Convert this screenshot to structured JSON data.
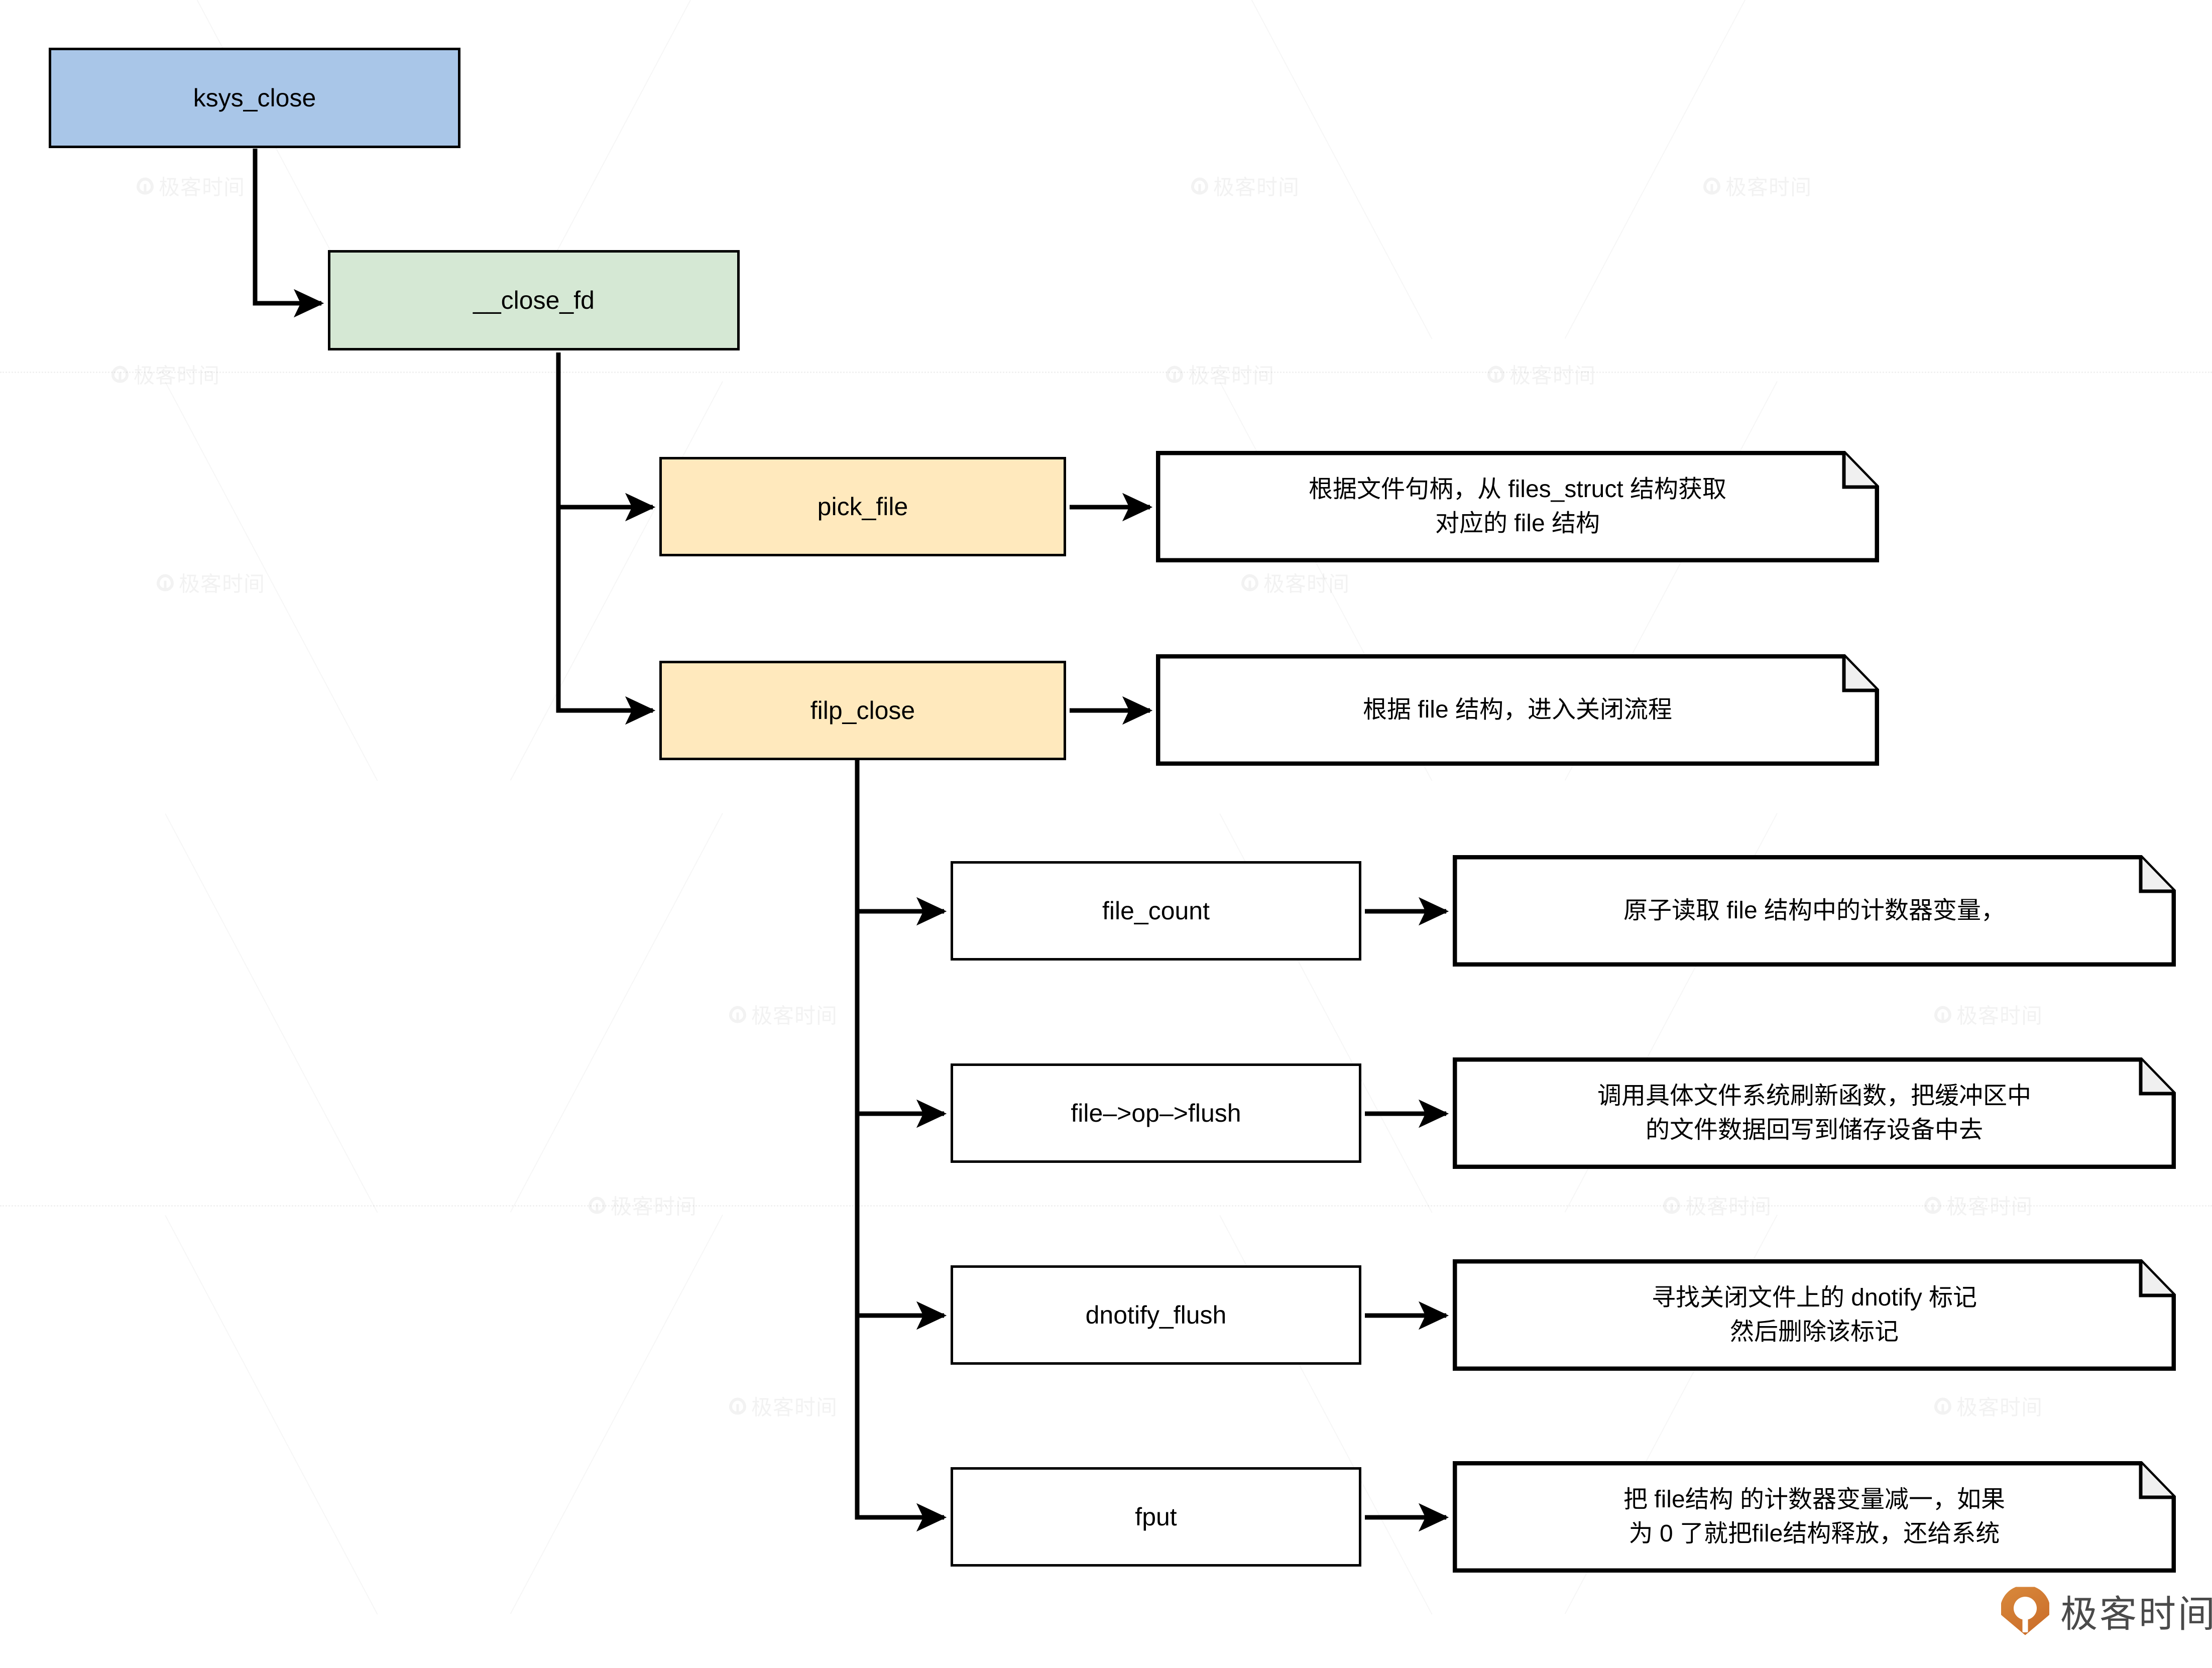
{
  "diagram": {
    "title": "ksys_close call flow",
    "colors": {
      "blue_fill": "#a9c6e8",
      "green_fill": "#d5e8d4",
      "yellow_fill": "#ffe9bd",
      "plain_fill": "#ffffff",
      "stroke": "#000000",
      "brand_orange": "#d4792f",
      "brand_gray": "#4a4a4a"
    },
    "nodes": [
      {
        "id": "ksys_close",
        "label": "ksys_close",
        "style": "blue"
      },
      {
        "id": "close_fd",
        "label": "__close_fd",
        "style": "green"
      },
      {
        "id": "pick_file",
        "label": "pick_file",
        "style": "yellow"
      },
      {
        "id": "filp_close",
        "label": "filp_close",
        "style": "yellow"
      },
      {
        "id": "file_count",
        "label": "file_count",
        "style": "plain"
      },
      {
        "id": "op_flush",
        "label": "file–>op–>flush",
        "style": "plain"
      },
      {
        "id": "dnotify_flush",
        "label": "dnotify_flush",
        "style": "plain"
      },
      {
        "id": "fput",
        "label": "fput",
        "style": "plain"
      }
    ],
    "notes": [
      {
        "id": "note_pick_file",
        "for": "pick_file",
        "lines": [
          "根据文件句柄，从 files_struct 结构获取",
          "对应的 file 结构"
        ]
      },
      {
        "id": "note_filp_close",
        "for": "filp_close",
        "lines": [
          "根据 file 结构，进入关闭流程"
        ]
      },
      {
        "id": "note_file_count",
        "for": "file_count",
        "lines": [
          "原子读取 file 结构中的计数器变量，"
        ]
      },
      {
        "id": "note_op_flush",
        "for": "op_flush",
        "lines": [
          "调用具体文件系统刷新函数，把缓冲区中",
          "的文件数据回写到储存设备中去"
        ]
      },
      {
        "id": "note_dnotify_flush",
        "for": "dnotify_flush",
        "lines": [
          "寻找关闭文件上的 dnotify 标记",
          "然后删除该标记"
        ]
      },
      {
        "id": "note_fput",
        "for": "fput",
        "lines": [
          "把 file结构 的计数器变量减一，如果",
          "为 0 了就把file结构释放，还给系统"
        ]
      }
    ],
    "edges": [
      {
        "from": "ksys_close",
        "to": "close_fd",
        "kind": "elbow"
      },
      {
        "from": "close_fd",
        "to": "pick_file",
        "kind": "elbow"
      },
      {
        "from": "close_fd",
        "to": "filp_close",
        "kind": "elbow"
      },
      {
        "from": "pick_file",
        "to": "note_pick_file",
        "kind": "straight"
      },
      {
        "from": "filp_close",
        "to": "note_filp_close",
        "kind": "straight"
      },
      {
        "from": "filp_close",
        "to": "file_count",
        "kind": "elbow"
      },
      {
        "from": "filp_close",
        "to": "op_flush",
        "kind": "elbow"
      },
      {
        "from": "filp_close",
        "to": "dnotify_flush",
        "kind": "elbow"
      },
      {
        "from": "filp_close",
        "to": "fput",
        "kind": "elbow"
      },
      {
        "from": "file_count",
        "to": "note_file_count",
        "kind": "straight"
      },
      {
        "from": "op_flush",
        "to": "note_op_flush",
        "kind": "straight"
      },
      {
        "from": "dnotify_flush",
        "to": "note_dnotify_flush",
        "kind": "straight"
      },
      {
        "from": "fput",
        "to": "note_fput",
        "kind": "straight"
      }
    ],
    "watermark": {
      "text": "极客时间",
      "icon": "location-pin-icon"
    },
    "brand": {
      "text": "极客时间",
      "icon": "geektime-pin-icon"
    }
  }
}
